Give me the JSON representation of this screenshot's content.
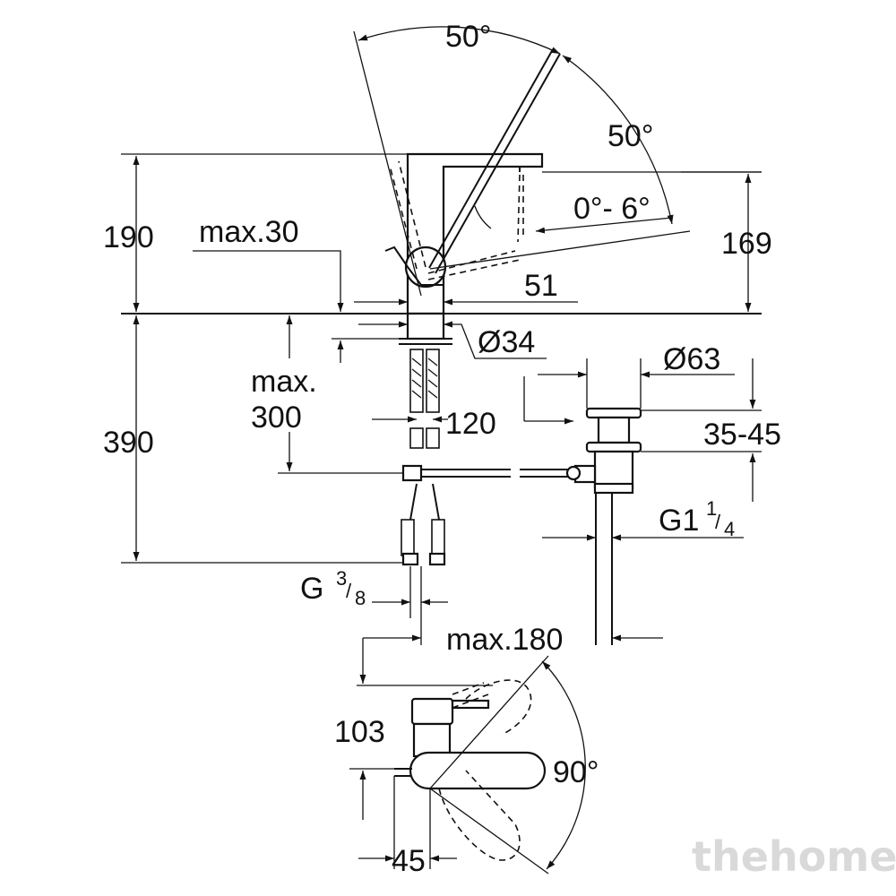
{
  "dimensions": {
    "angle_top": "50°",
    "angle_side": "50°",
    "angle_tilt": "0°- 6°",
    "height_upper": "190",
    "height_spout": "169",
    "max_30": "max.30",
    "width_51": "51",
    "dia_34": "Ø34",
    "dia_63": "Ø63",
    "max_label": "max.",
    "max_300": "300",
    "length_120": "120",
    "height_lower": "390",
    "range_35_45": "35-45",
    "thread_g1": "G1",
    "thread_g1_frac_num": "1",
    "thread_g1_frac_den": "4",
    "thread_g": "G",
    "thread_g_frac_num": "3",
    "thread_g_frac_den": "8",
    "max_180": "max.180",
    "depth_103": "103",
    "angle_rotate": "90°",
    "offset_45": "45"
  },
  "watermark": "thehome"
}
